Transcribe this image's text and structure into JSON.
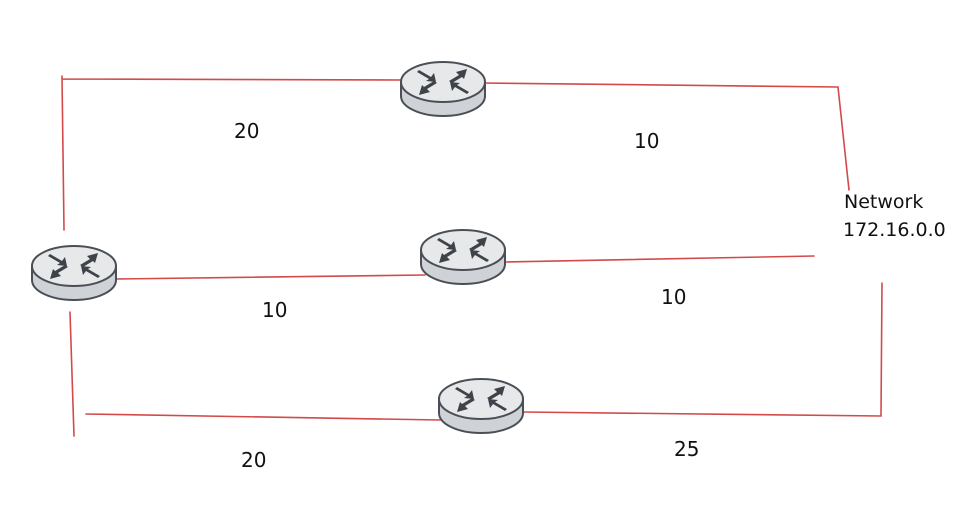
{
  "diagram": {
    "routers": [
      {
        "id": "router-left"
      },
      {
        "id": "router-top"
      },
      {
        "id": "router-middle"
      },
      {
        "id": "router-bottom"
      }
    ],
    "link_costs": {
      "left_to_top": "20",
      "top_to_network": "10",
      "left_to_middle": "10",
      "middle_to_network": "10",
      "left_to_bottom": "20",
      "bottom_to_network": "25"
    },
    "network": {
      "line1": "Network",
      "line2": "172.16.0.0"
    },
    "colors": {
      "link": "#d24a4a",
      "router_body": "#cfd2d6",
      "router_top": "#e7e8ea",
      "router_outline": "#4a4e55",
      "router_arrows": "#3e4249"
    },
    "icons": [
      "router-icon"
    ]
  }
}
